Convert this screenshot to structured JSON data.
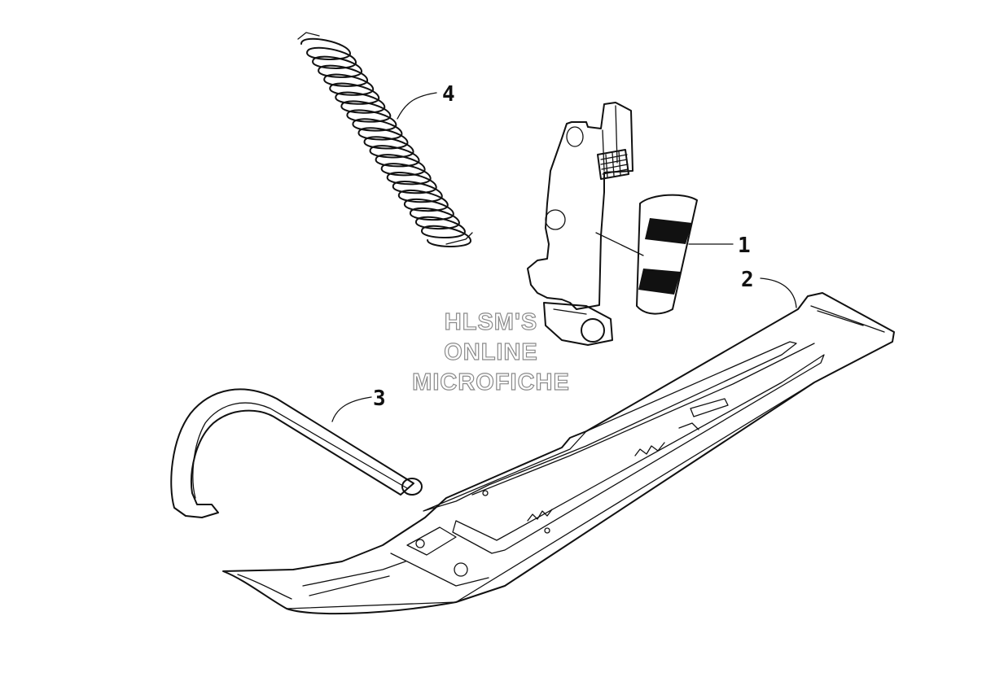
{
  "diagram": {
    "callouts": [
      {
        "id": "callout-1",
        "text": "1"
      },
      {
        "id": "callout-2",
        "text": "2"
      },
      {
        "id": "callout-3",
        "text": "3"
      },
      {
        "id": "callout-4",
        "text": "4"
      }
    ],
    "watermark": {
      "line1": "HLSM'S",
      "line2": "ONLINE",
      "line3": "MICROFICHE"
    },
    "colors": {
      "ink": "#111111",
      "watermark_outline": "#8a8a8a",
      "background": "#ffffff"
    }
  }
}
